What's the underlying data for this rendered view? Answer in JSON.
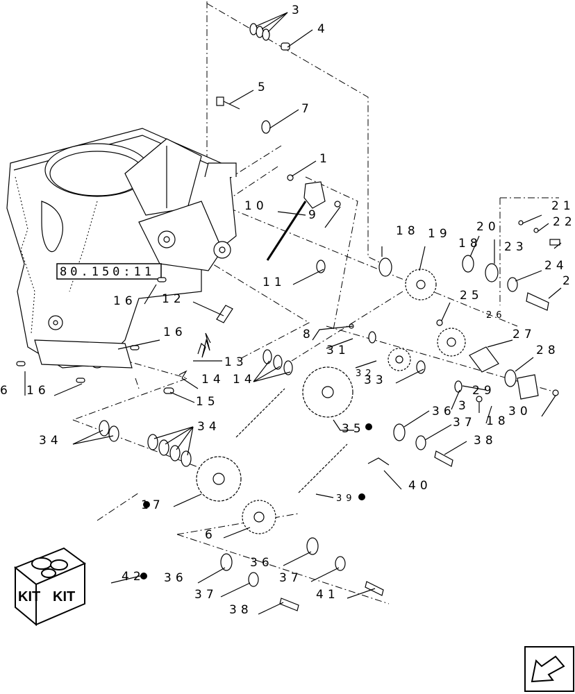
{
  "reference_box": "80.150:11",
  "kit_label_left": "KIT",
  "kit_label_right": "KIT",
  "callouts": [
    {
      "id": "c3",
      "text": "3"
    },
    {
      "id": "c4",
      "text": "4"
    },
    {
      "id": "c5",
      "text": "5"
    },
    {
      "id": "c7",
      "text": "7"
    },
    {
      "id": "c1",
      "text": "1"
    },
    {
      "id": "c10",
      "text": "10"
    },
    {
      "id": "c9",
      "text": "9"
    },
    {
      "id": "c11",
      "text": "11"
    },
    {
      "id": "c12",
      "text": "12"
    },
    {
      "id": "c16a",
      "text": "16"
    },
    {
      "id": "c16b",
      "text": "16"
    },
    {
      "id": "c6a",
      "text": "6"
    },
    {
      "id": "c16c",
      "text": "16"
    },
    {
      "id": "c8",
      "text": "8"
    },
    {
      "id": "c13",
      "text": "13"
    },
    {
      "id": "c14a",
      "text": "14"
    },
    {
      "id": "c14b",
      "text": "14"
    },
    {
      "id": "c15",
      "text": "15"
    },
    {
      "id": "c18a",
      "text": "18"
    },
    {
      "id": "c19",
      "text": "19"
    },
    {
      "id": "c20",
      "text": "20"
    },
    {
      "id": "c18b",
      "text": "18"
    },
    {
      "id": "c21",
      "text": "21"
    },
    {
      "id": "c22",
      "text": "22"
    },
    {
      "id": "c23",
      "text": "23"
    },
    {
      "id": "c24",
      "text": "24"
    },
    {
      "id": "c2",
      "text": "2"
    },
    {
      "id": "c25",
      "text": "25"
    },
    {
      "id": "c26",
      "text": "26"
    },
    {
      "id": "c27",
      "text": "27"
    },
    {
      "id": "c28",
      "text": "28"
    },
    {
      "id": "c31",
      "text": "31"
    },
    {
      "id": "c32",
      "text": "32"
    },
    {
      "id": "c33",
      "text": "33"
    },
    {
      "id": "c29",
      "text": "29"
    },
    {
      "id": "c30",
      "text": "30"
    },
    {
      "id": "c36a",
      "text": "36"
    },
    {
      "id": "c3b",
      "text": "3"
    },
    {
      "id": "c37a",
      "text": "37"
    },
    {
      "id": "c18c",
      "text": "18"
    },
    {
      "id": "c38a",
      "text": "38"
    },
    {
      "id": "c34a",
      "text": "34"
    },
    {
      "id": "c34b",
      "text": "34"
    },
    {
      "id": "c35",
      "text": "35"
    },
    {
      "id": "c40",
      "text": "40"
    },
    {
      "id": "c39",
      "text": "39"
    },
    {
      "id": "c17",
      "text": "17"
    },
    {
      "id": "c6b",
      "text": "6"
    },
    {
      "id": "c42",
      "text": "42"
    },
    {
      "id": "c36b",
      "text": "36"
    },
    {
      "id": "c36c",
      "text": "36"
    },
    {
      "id": "c37b",
      "text": "37"
    },
    {
      "id": "c37c",
      "text": "37"
    },
    {
      "id": "c41",
      "text": "41"
    },
    {
      "id": "c38b",
      "text": "38"
    }
  ],
  "icons": {
    "kit": "kit-box-icon",
    "nav": "previous-page-arrow-icon",
    "bullet": "filled-dot-icon"
  },
  "colors": {
    "ink": "#000000",
    "paper": "#ffffff"
  }
}
